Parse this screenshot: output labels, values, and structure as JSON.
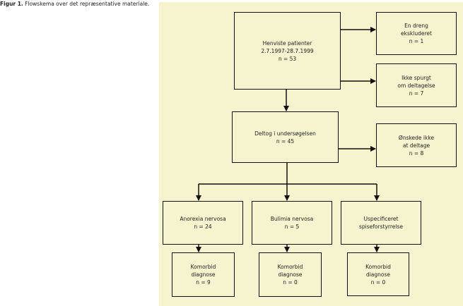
{
  "caption": {
    "label": "Figur 1.",
    "text": "Flowskema over det repræsentative materiale."
  },
  "boxes": {
    "referred": {
      "title": "Henviste patienter",
      "period": "2.7.1997-28.7.1999",
      "n": "n = 53"
    },
    "excluded": {
      "line1": "En dreng",
      "line2": "ekskluderet",
      "n": "n = 1"
    },
    "not_asked": {
      "line1": "Ikke spurgt",
      "line2": "om deltagelse",
      "n": "n = 7"
    },
    "participated": {
      "title": "Deltog i undersøgelsen",
      "n": "n = 45"
    },
    "declined": {
      "line1": "Ønskede ikke",
      "line2": "at deltage",
      "n": "n = 8"
    },
    "anorexia": {
      "title": "Anorexia nervosa",
      "n": "n = 24"
    },
    "bulimia": {
      "title": "Bulimia nervosa",
      "n": "n = 5"
    },
    "unspecified": {
      "line1": "Uspecificeret",
      "line2": "spiseforstyrrelse"
    },
    "comorbid_anorexia": {
      "line1": "Komorbid",
      "line2": "diagnose",
      "n": "n = 9"
    },
    "comorbid_bulimia": {
      "line1": "Komorbid",
      "line2": "diagnose",
      "n": "n = 0"
    },
    "comorbid_unspecified": {
      "line1": "Komorbid",
      "line2": "diagnose",
      "n": "n = 0"
    }
  },
  "colors": {
    "panel": "#f6f3cf",
    "line": "#111111"
  }
}
